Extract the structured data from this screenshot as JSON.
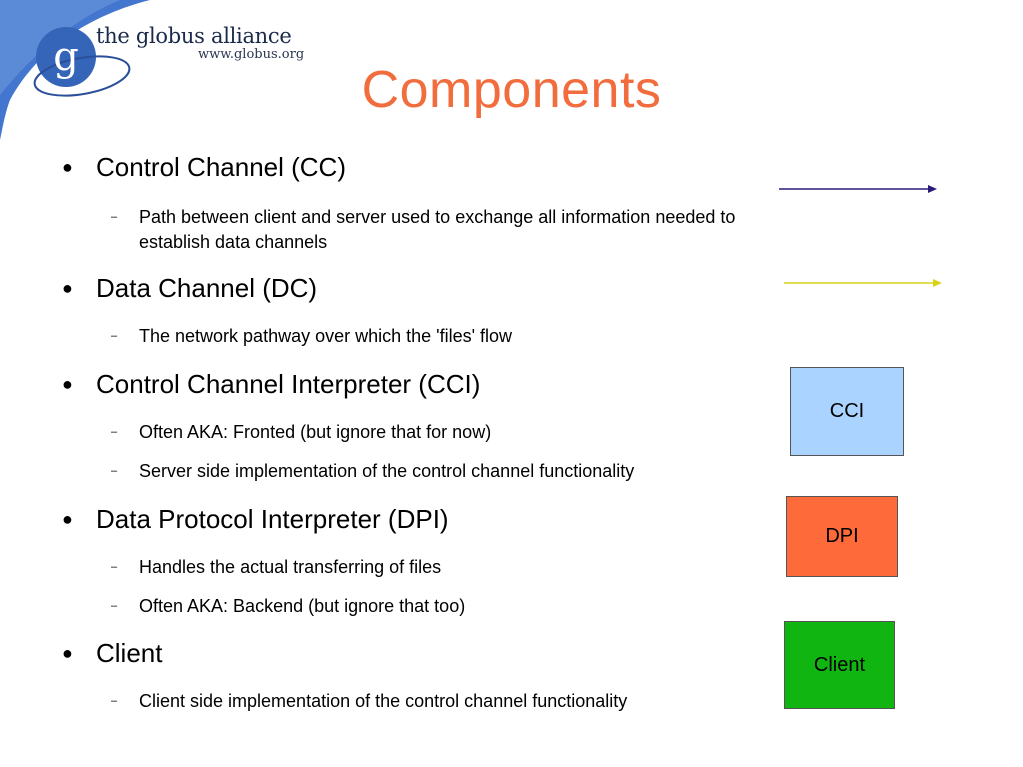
{
  "logo": {
    "mark": "g",
    "org_name": "the globus alliance",
    "url": "www.globus.org"
  },
  "title": "Components",
  "bullets": [
    {
      "text": "Control Channel (CC)",
      "subs": [
        "Path between client and server used to exchange all information needed to establish data channels"
      ]
    },
    {
      "text": "Data Channel (DC)",
      "subs": [
        "The network pathway over which the 'files' flow"
      ]
    },
    {
      "text": "Control Channel Interpreter (CCI)",
      "subs": [
        "Often AKA: Fronted (but ignore that for now)",
        "Server side implementation of the control channel functionality"
      ]
    },
    {
      "text": "Data Protocol Interpreter (DPI)",
      "subs": [
        "Handles the actual transferring of files",
        "Often AKA: Backend (but ignore that too)"
      ]
    },
    {
      "text": "Client",
      "subs": [
        "Client side implementation of the control channel functionality"
      ]
    }
  ],
  "legend": {
    "cc_arrow_color": "#2a1a7a",
    "dc_arrow_color": "#d8d21a",
    "boxes": [
      {
        "label": "CCI",
        "color": "#aad4ff"
      },
      {
        "label": "DPI",
        "color": "#ff6a3a"
      },
      {
        "label": "Client",
        "color": "#11b511"
      }
    ]
  },
  "colors": {
    "title": "#f26d3d",
    "corner_blue": "#2f67c9"
  }
}
